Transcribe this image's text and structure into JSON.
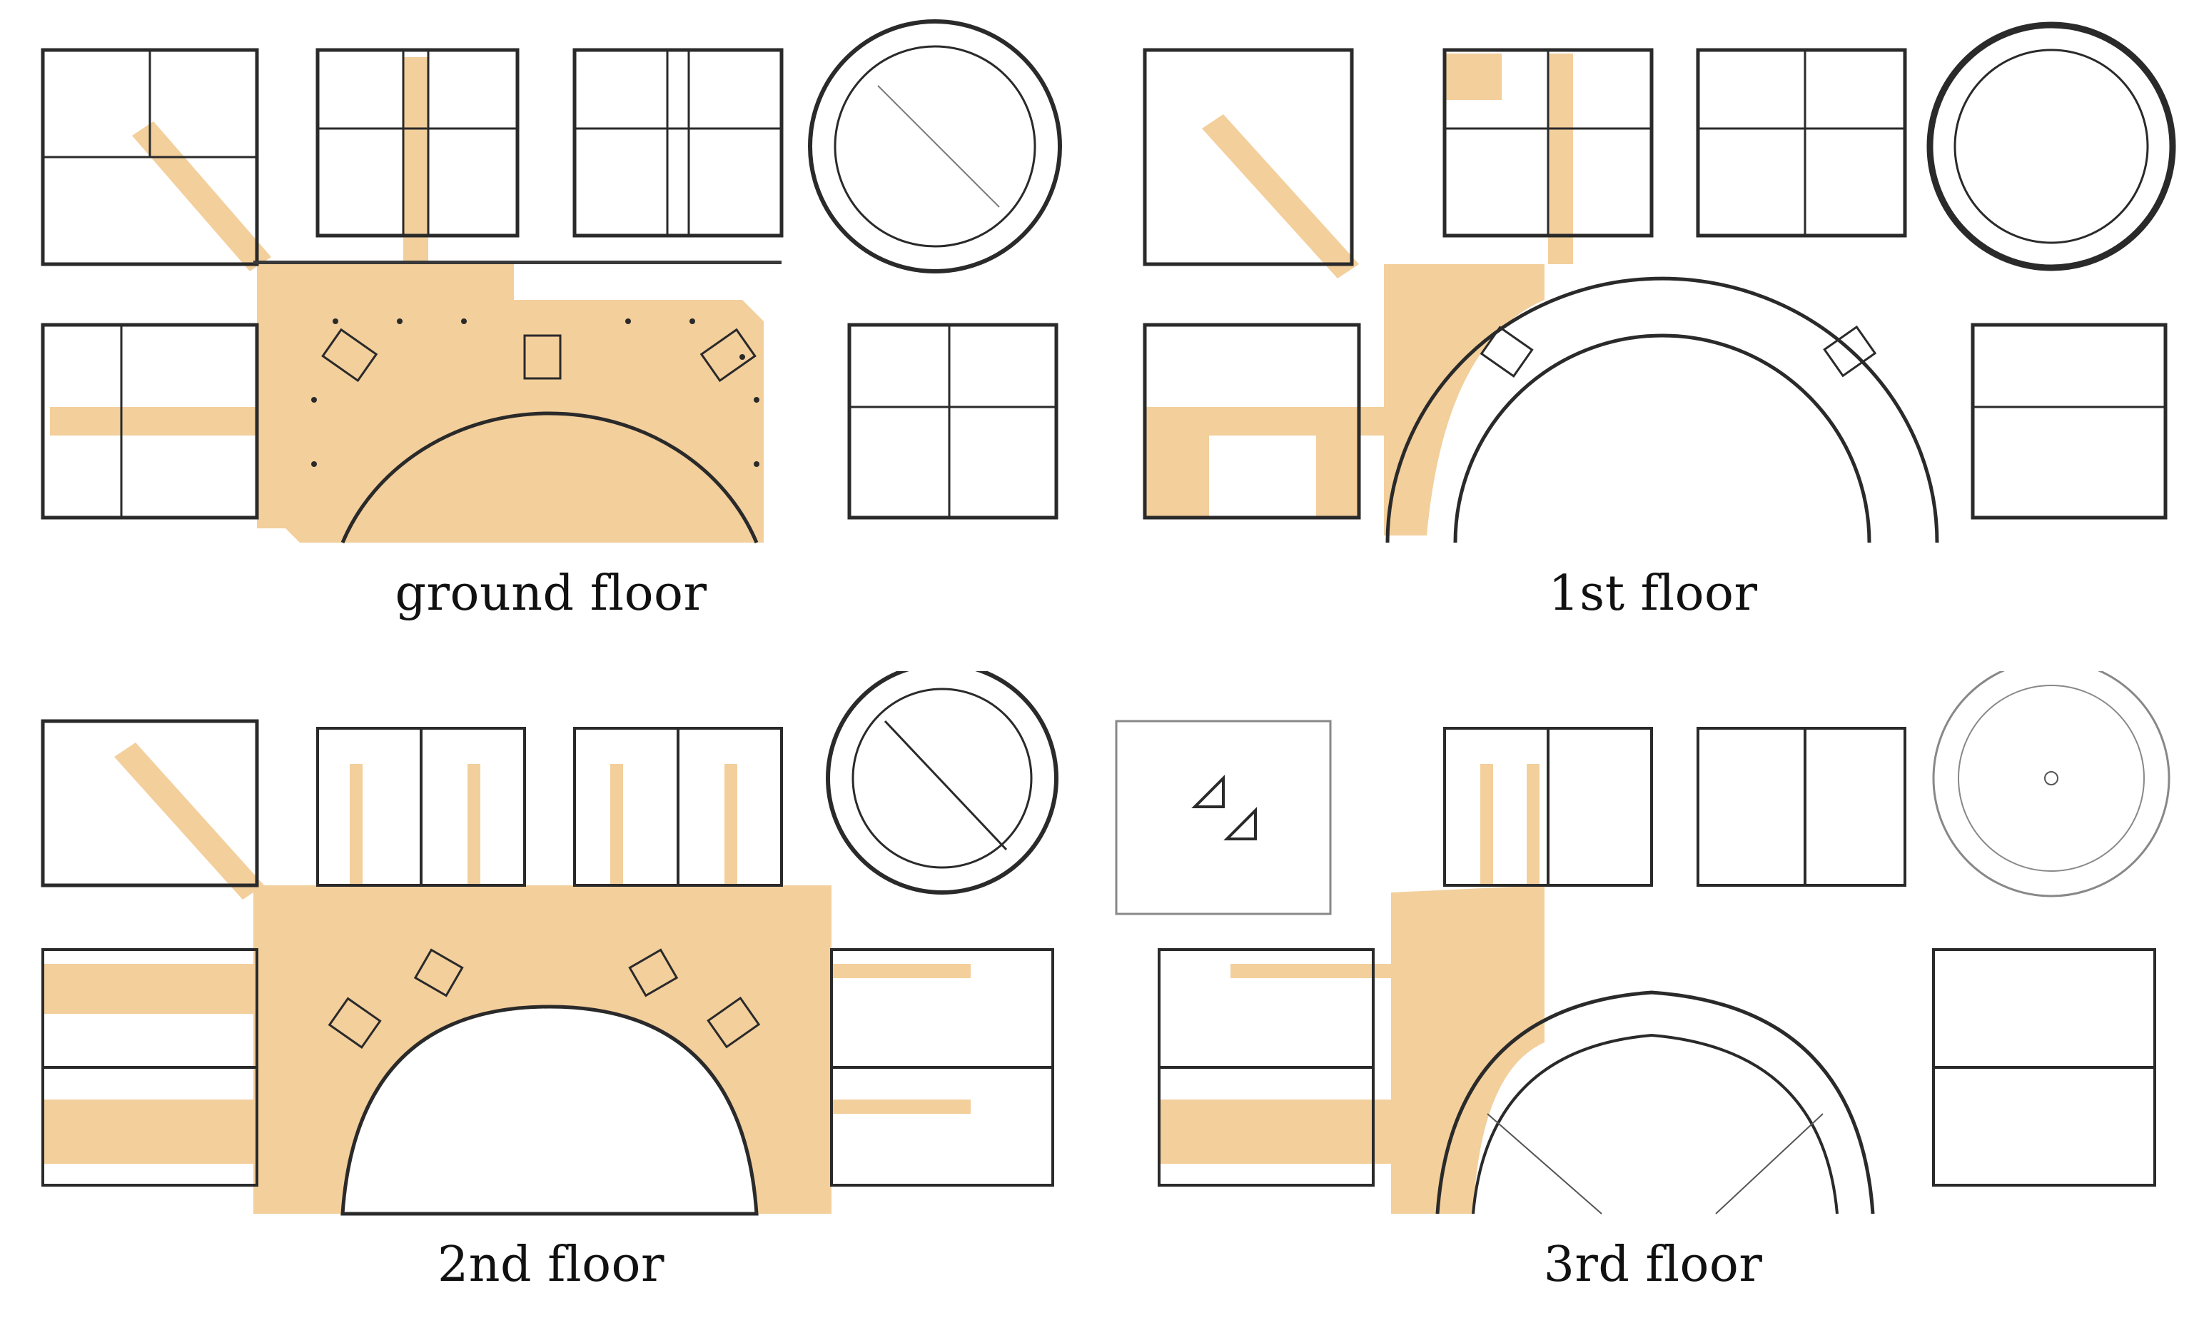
{
  "figure": {
    "colors": {
      "highlight": "#f3cf9c",
      "line": "#2a2a2a",
      "wall": "#3a3a3a",
      "light_line": "#9a9a9a",
      "background": "#ffffff"
    },
    "panels": [
      {
        "label": "ground floor"
      },
      {
        "label": "1st floor"
      },
      {
        "label": "2nd floor"
      },
      {
        "label": "3rd floor"
      }
    ]
  }
}
